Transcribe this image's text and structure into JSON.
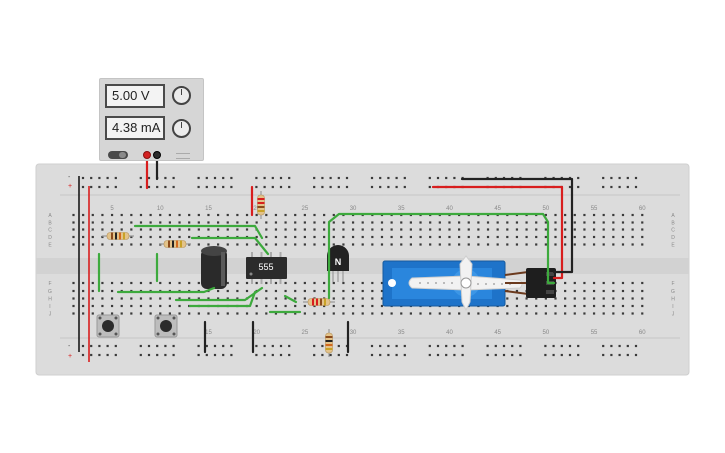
{
  "power_supply": {
    "voltage_display": "5.00 V",
    "current_display": "4.38 mA"
  },
  "breadboard": {
    "column_numbers": [
      "5",
      "10",
      "15",
      "20",
      "25",
      "30",
      "35",
      "40",
      "45",
      "50",
      "55",
      "60"
    ],
    "row_letters_top": [
      "A",
      "B",
      "C",
      "D",
      "E"
    ],
    "row_letters_bottom": [
      "F",
      "G",
      "H",
      "I",
      "J"
    ],
    "rail_marks": [
      "+",
      "-"
    ]
  },
  "components": {
    "ic_label": "555",
    "transistor_label": "N"
  },
  "colors": {
    "breadboard": "#dcdcdc",
    "hole": "#3a3a3a",
    "wire_green": "#3daa3d",
    "wire_red": "#d81e1e",
    "wire_black": "#222222",
    "servo_body": "#1e73c9",
    "rail_red": "#d81e1e"
  }
}
